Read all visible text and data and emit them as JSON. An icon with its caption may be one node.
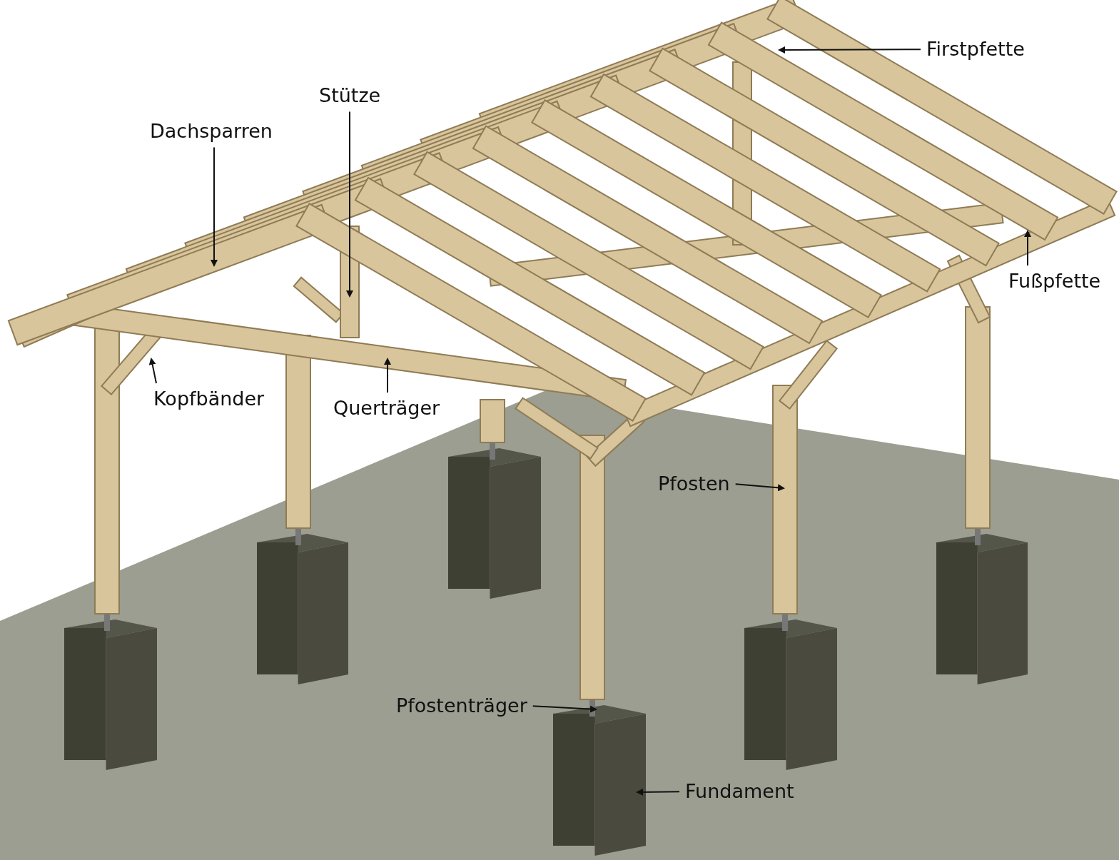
{
  "diagram": {
    "nodes": [
      {
        "text": [
          "Firstpfette"
        ]
      },
      {
        "text": [
          "Stütze"
        ]
      },
      {
        "text": [
          "Dachsparren"
        ]
      },
      {
        "text": [
          "Fußpfette"
        ]
      },
      {
        "text": [
          "Kopfbänder"
        ]
      },
      {
        "text": [
          "Querträger"
        ]
      },
      {
        "text": [
          "Pfosten"
        ]
      },
      {
        "text": [
          "Pfostenträger"
        ]
      },
      {
        "text": [
          "Fundament"
        ]
      }
    ],
    "edges": [
      {
        "from": 0,
        "to": null,
        "arrow": "to"
      },
      {
        "from": 1,
        "to": null,
        "arrow": "to"
      },
      {
        "from": 2,
        "to": null,
        "arrow": "to"
      },
      {
        "from": 3,
        "to": null,
        "arrow": "to"
      },
      {
        "from": 4,
        "to": null,
        "arrow": "to"
      },
      {
        "from": 5,
        "to": null,
        "arrow": "to"
      },
      {
        "from": 6,
        "to": null,
        "arrow": "to"
      },
      {
        "from": 7,
        "to": null,
        "arrow": "to"
      },
      {
        "from": 8,
        "to": null,
        "arrow": "to"
      }
    ]
  }
}
